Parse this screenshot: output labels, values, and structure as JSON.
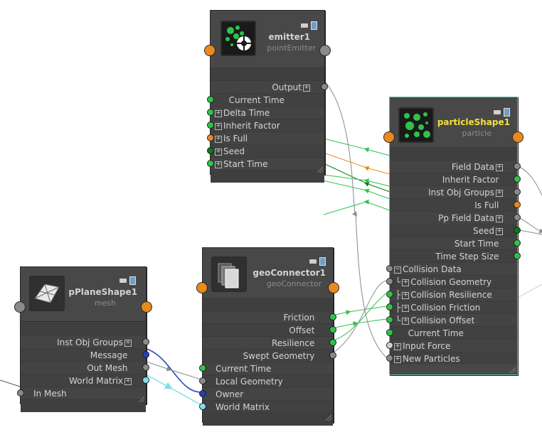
{
  "nodes": {
    "emitter": {
      "title": "emitter1",
      "type": "pointEmitter",
      "outputs": [
        {
          "label": "Output",
          "expand": true,
          "color": "#8a8a8a"
        }
      ],
      "inputs": [
        {
          "label": "Current Time",
          "expand": false,
          "color": "#2fc24a"
        },
        {
          "label": "Delta Time",
          "expand": true,
          "color": "#2fc24a"
        },
        {
          "label": "Inherit Factor",
          "expand": true,
          "color": "#2fc24a"
        },
        {
          "label": "Is Full",
          "expand": true,
          "color": "#e88a1e"
        },
        {
          "label": "Seed",
          "expand": true,
          "color": "#0b7a1c"
        },
        {
          "label": "Start Time",
          "expand": true,
          "color": "#2fc24a"
        }
      ]
    },
    "particle": {
      "title": "particleShape1",
      "type": "particle",
      "outputs": [
        {
          "label": "Field Data",
          "expand": true,
          "color": "#8a8a8a"
        },
        {
          "label": "Inherit Factor",
          "expand": false,
          "color": "#2fc24a"
        },
        {
          "label": "Inst Obj Groups",
          "expand": true,
          "color": "#8a8a8a"
        },
        {
          "label": "Is Full",
          "expand": false,
          "color": "#e88a1e"
        },
        {
          "label": "Pp Field Data",
          "expand": true,
          "color": "#8a8a8a"
        },
        {
          "label": "Seed",
          "expand": true,
          "color": "#0b7a1c"
        },
        {
          "label": "Start Time",
          "expand": false,
          "color": "#2fc24a"
        },
        {
          "label": "Time Step Size",
          "expand": false,
          "color": "#2fc24a"
        }
      ],
      "inputs": [
        {
          "label": "Collision Data",
          "expand": "minus",
          "indent": 0,
          "color": "#8a8a8a"
        },
        {
          "label": "Collision Geometry",
          "expand": true,
          "indent": 1,
          "color": "#8a8a8a"
        },
        {
          "label": "Collision Resilience",
          "expand": true,
          "indent": 1,
          "color": "#2fc24a"
        },
        {
          "label": "Collision Friction",
          "expand": true,
          "indent": 1,
          "color": "#2fc24a"
        },
        {
          "label": "Collision Offset",
          "expand": true,
          "indent": 1,
          "color": "#2fc24a"
        },
        {
          "label": "Current Time",
          "expand": false,
          "indent": 0,
          "color": "#2fc24a"
        },
        {
          "label": "Input Force",
          "expand": true,
          "indent": 0,
          "color": "#d0d0d0"
        },
        {
          "label": "New Particles",
          "expand": true,
          "indent": 0,
          "color": "#8a8a8a"
        }
      ]
    },
    "geo": {
      "title": "geoConnector1",
      "type": "geoConnector",
      "outputs": [
        {
          "label": "Friction",
          "expand": false,
          "color": "#2fc24a"
        },
        {
          "label": "Offset",
          "expand": false,
          "color": "#2fc24a"
        },
        {
          "label": "Resilience",
          "expand": false,
          "color": "#2fc24a"
        },
        {
          "label": "Swept Geometry",
          "expand": false,
          "color": "#8a8a8a"
        }
      ],
      "inputs": [
        {
          "label": "Current Time",
          "expand": false,
          "color": "#2fc24a"
        },
        {
          "label": "Local Geometry",
          "expand": false,
          "color": "#8a8a8a"
        },
        {
          "label": "Owner",
          "expand": false,
          "color": "#1f3fc0"
        },
        {
          "label": "World Matrix",
          "expand": false,
          "color": "#7fe0e6"
        }
      ]
    },
    "plane": {
      "title": "pPlaneShape1",
      "type": "mesh",
      "outputs": [
        {
          "label": "Inst Obj Groups",
          "expand": true,
          "color": "#8a8a8a"
        },
        {
          "label": "Message",
          "expand": false,
          "color": "#1f3fc0"
        },
        {
          "label": "Out Mesh",
          "expand": false,
          "color": "#8a8a8a"
        },
        {
          "label": "World Matrix",
          "expand": true,
          "color": "#7fe0e6"
        }
      ],
      "inputs": [
        {
          "label": "In Mesh",
          "expand": false,
          "color": "#8a8a8a"
        }
      ]
    }
  }
}
